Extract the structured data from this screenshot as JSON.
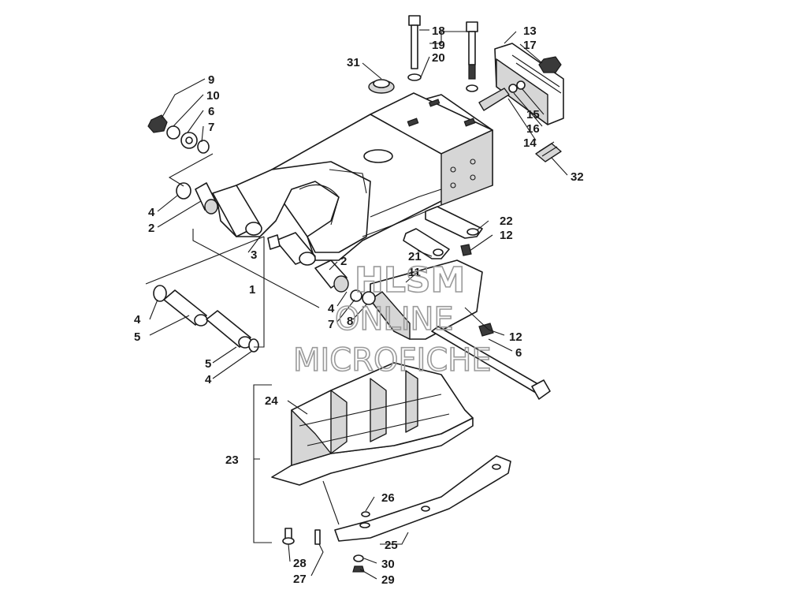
{
  "watermark": {
    "line1": "HLSM",
    "line2": "ONLINE",
    "line3": "MICROFICHE"
  },
  "callouts": [
    {
      "id": "c18",
      "text": "18"
    },
    {
      "id": "c19",
      "text": "19"
    },
    {
      "id": "c20",
      "text": "20"
    },
    {
      "id": "c13",
      "text": "13"
    },
    {
      "id": "c17",
      "text": "17"
    },
    {
      "id": "c31",
      "text": "31"
    },
    {
      "id": "c9",
      "text": "9"
    },
    {
      "id": "c10",
      "text": "10"
    },
    {
      "id": "c6a",
      "text": "6"
    },
    {
      "id": "c7a",
      "text": "7"
    },
    {
      "id": "c15",
      "text": "15"
    },
    {
      "id": "c16",
      "text": "16"
    },
    {
      "id": "c14",
      "text": "14"
    },
    {
      "id": "c32",
      "text": "32"
    },
    {
      "id": "c4a",
      "text": "4"
    },
    {
      "id": "c2a",
      "text": "2"
    },
    {
      "id": "c3",
      "text": "3"
    },
    {
      "id": "c22",
      "text": "22"
    },
    {
      "id": "c12a",
      "text": "12"
    },
    {
      "id": "c21",
      "text": "21"
    },
    {
      "id": "c11",
      "text": "11"
    },
    {
      "id": "c2b",
      "text": "2"
    },
    {
      "id": "c1",
      "text": "1"
    },
    {
      "id": "c4b",
      "text": "4"
    },
    {
      "id": "c7b",
      "text": "7"
    },
    {
      "id": "c8",
      "text": "8"
    },
    {
      "id": "c12b",
      "text": "12"
    },
    {
      "id": "c4c",
      "text": "4"
    },
    {
      "id": "c5a",
      "text": "5"
    },
    {
      "id": "c6b",
      "text": "6"
    },
    {
      "id": "c5b",
      "text": "5"
    },
    {
      "id": "c4d",
      "text": "4"
    },
    {
      "id": "c24",
      "text": "24"
    },
    {
      "id": "c23",
      "text": "23"
    },
    {
      "id": "c26",
      "text": "26"
    },
    {
      "id": "c25",
      "text": "25"
    },
    {
      "id": "c28",
      "text": "28"
    },
    {
      "id": "c27",
      "text": "27"
    },
    {
      "id": "c30",
      "text": "30"
    },
    {
      "id": "c29",
      "text": "29"
    }
  ]
}
